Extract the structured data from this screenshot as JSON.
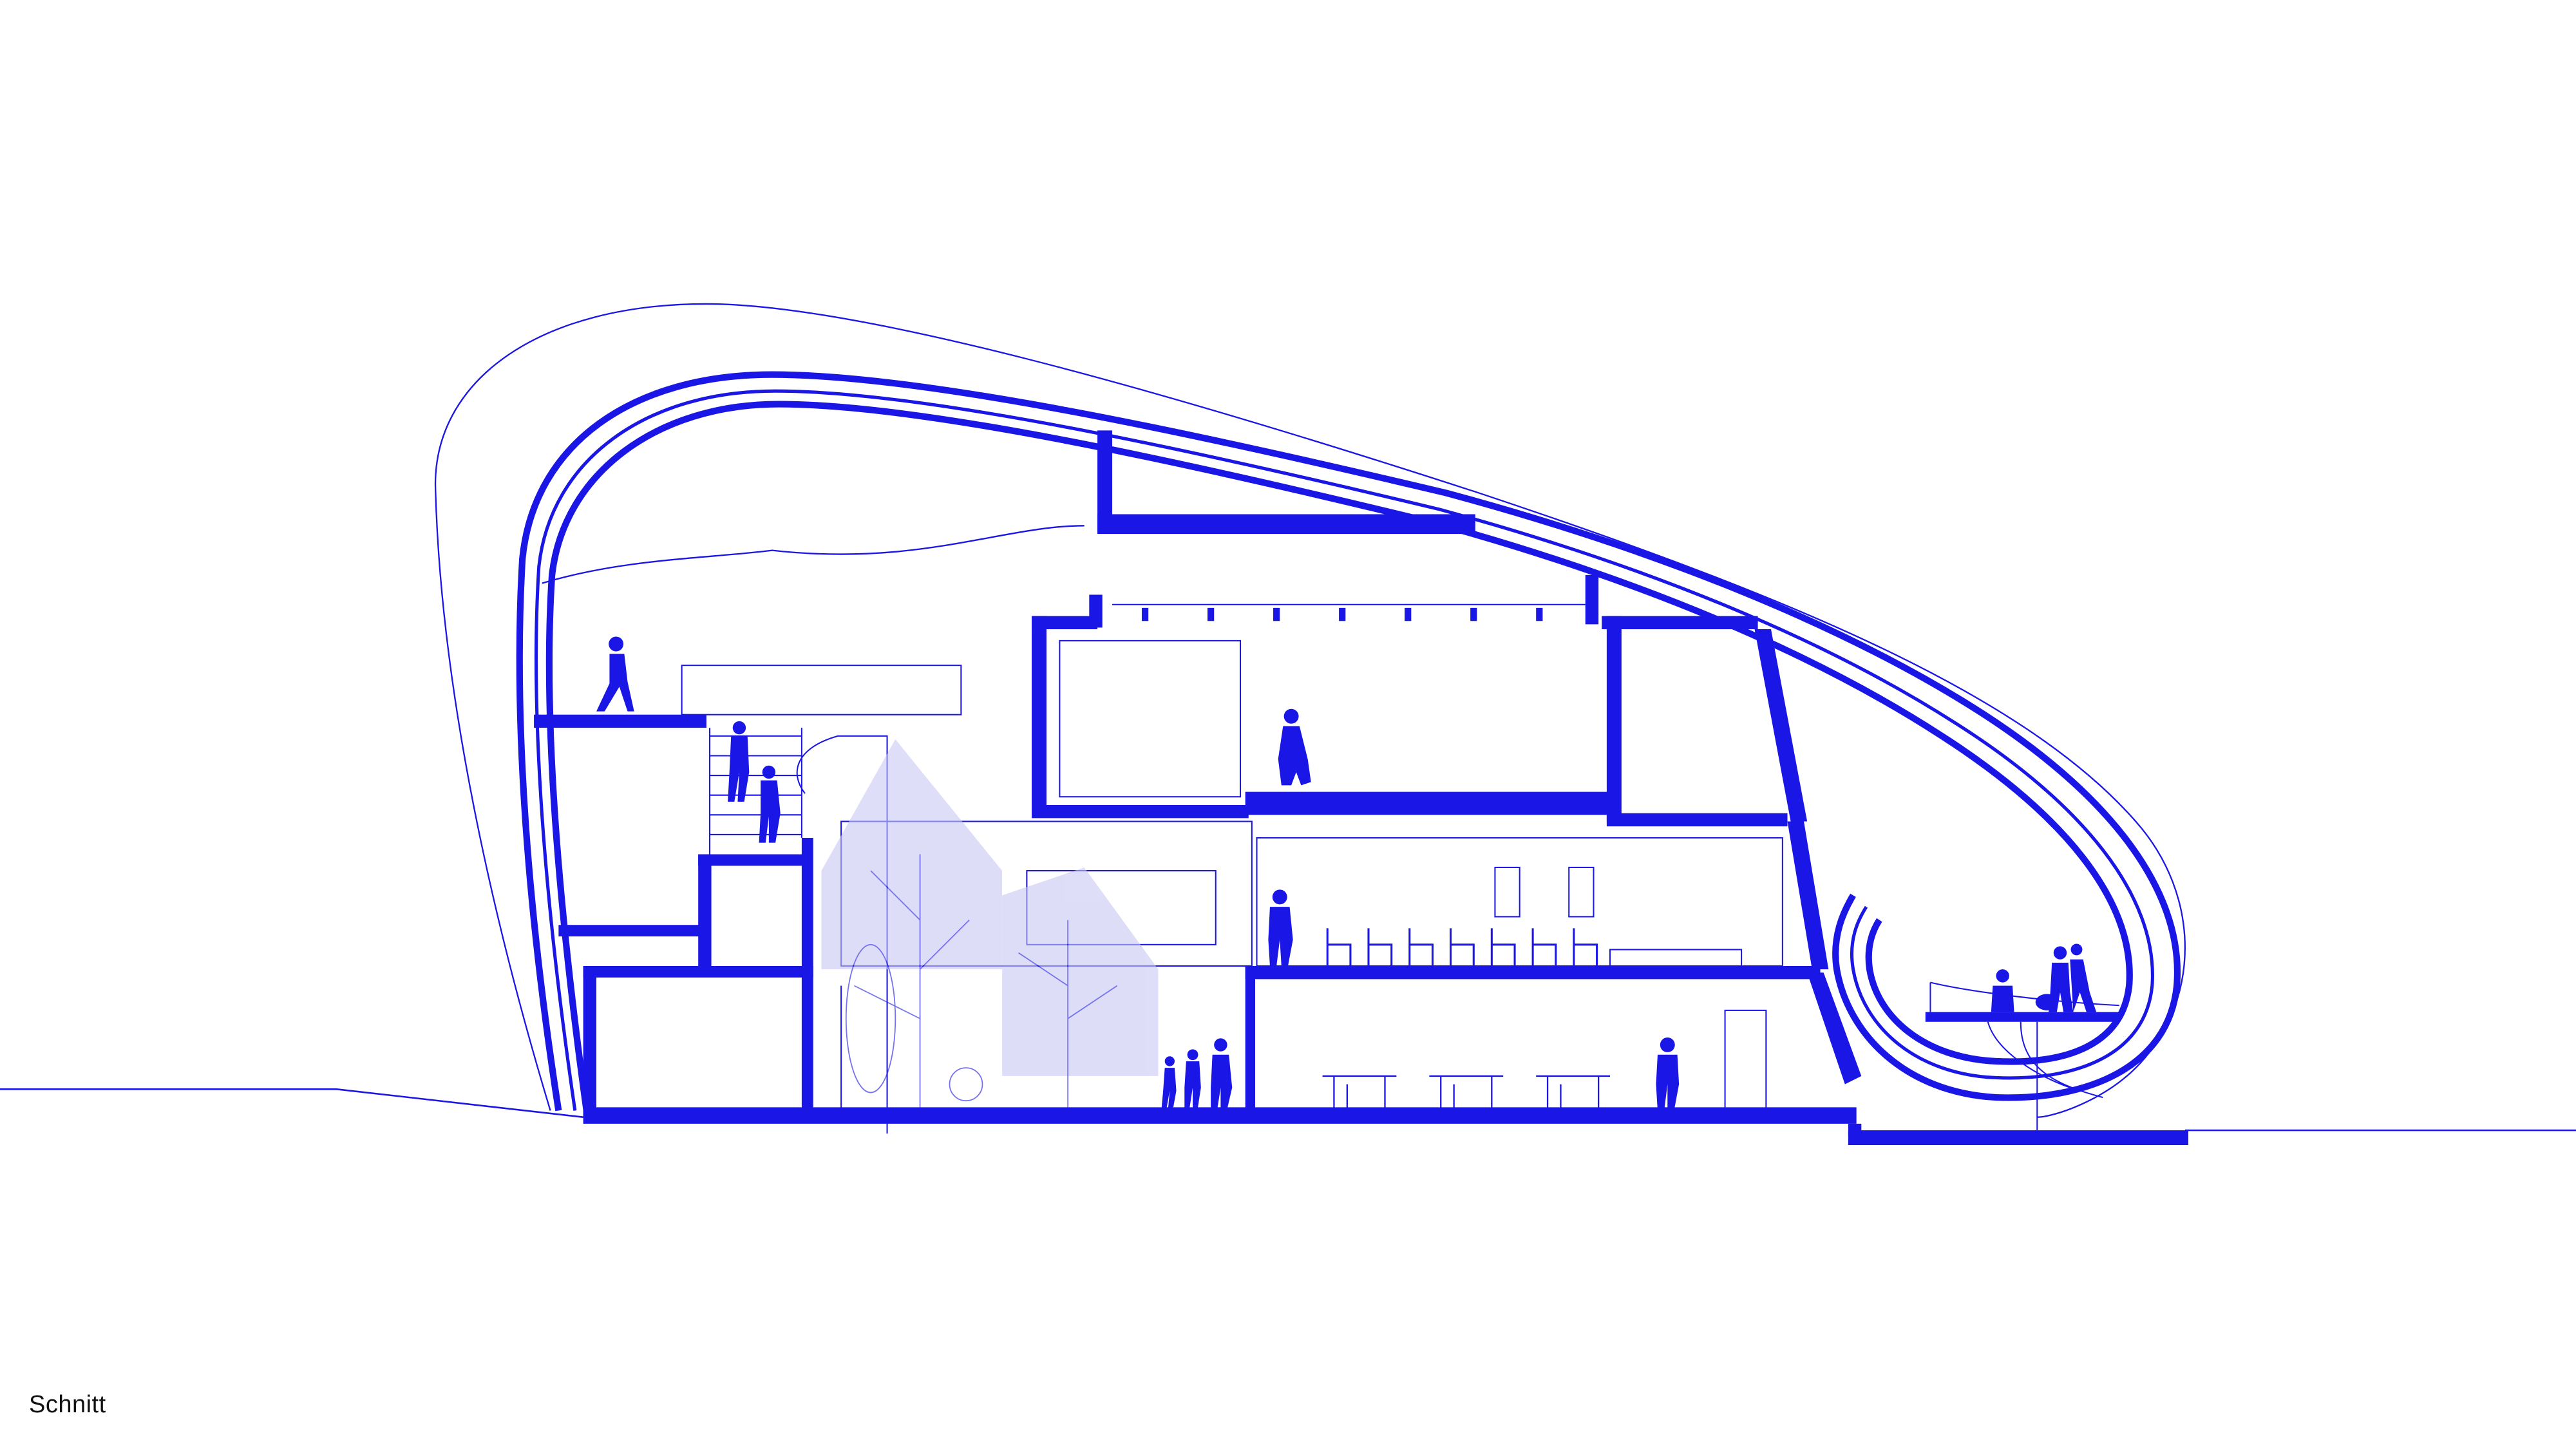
{
  "caption": "Schnitt",
  "colors": {
    "background": "#ffffff",
    "line": "#1a16e6",
    "text": "#111111"
  },
  "elements": [
    "shell-outer-line",
    "shell-structure",
    "ground-line",
    "floor-slabs",
    "walls",
    "trees",
    "people",
    "chairs",
    "tables",
    "spotlights",
    "terrace"
  ]
}
